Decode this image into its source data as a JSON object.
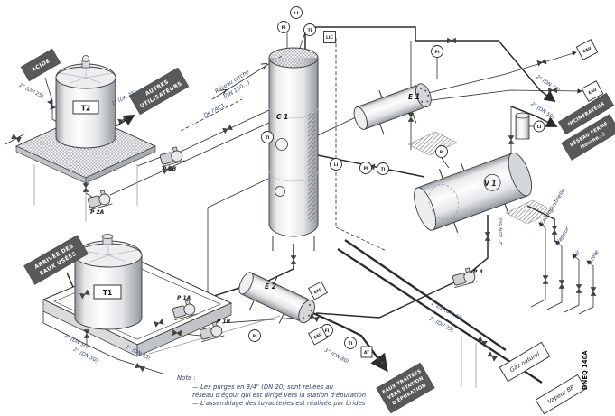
{
  "page": {
    "bg": "#ffffff",
    "ink": "#2b2b2b",
    "flag_bg": "#58595b",
    "flag_fg": "#ffffff",
    "small_label_color": "#31406b"
  },
  "flags": {
    "acide": {
      "lines": [
        "ACIDE"
      ]
    },
    "autres": {
      "lines": [
        "AUTRES",
        "UTILISATEURS"
      ]
    },
    "arrivee": {
      "lines": [
        "ARRIVÉE DES",
        "EAUX USÉES"
      ]
    },
    "incinerateur": {
      "lines": [
        "INCINÉRATEUR"
      ]
    },
    "reseau_ferme": {
      "lines": [
        "RÉSEAU FERMÉ",
        "(torche…)"
      ]
    },
    "eaux_traitees": {
      "lines": [
        "EAUX TRAITÉES",
        "VERS STATION",
        "D'ÉPURATION"
      ]
    }
  },
  "tags": {
    "t1": "T1",
    "t2": "T2",
    "c1": "C 1",
    "e1": "E 1",
    "e2": "E 2",
    "v1": "V 1",
    "p1a": "P 1A",
    "p1b": "P 1B",
    "p2a": "P 2A",
    "p2b": "P 2B",
    "p3": "P 3"
  },
  "white_flags": {
    "eau_a": "EAU",
    "eau_b": "EAU",
    "eau_c": "EAU",
    "eau_d": "EAU",
    "gaz": "Gaz naturel",
    "vapeur_bp": "Vapeur BP"
  },
  "utilities": [
    {
      "label": "Eau industrielle"
    },
    {
      "label": "Vapeur"
    },
    {
      "label": "Air"
    },
    {
      "label": "Azote"
    }
  ],
  "pipe_labels": [
    {
      "text": "1\" (DN 25)"
    },
    {
      "text": "1\" (DN 25)"
    },
    {
      "text": "2\" (DN 50)"
    },
    {
      "text": "2\" (DN 50)"
    },
    {
      "text": "1\" (DN 25)"
    },
    {
      "text": "3\" (DN 80)"
    },
    {
      "text": "2\" (DN 50)"
    },
    {
      "text": "2\" (DN 50)"
    },
    {
      "text": "1\"1/2 (DN 40)"
    },
    {
      "text": "1\" (DN 25)"
    },
    {
      "text": "2\" (DN 50)"
    }
  ],
  "line_notes": {
    "torche_1": "Réseau torche",
    "torche_2": "(DN 150…)",
    "ac1": "De l'AC1"
  },
  "instruments": [
    {
      "tag": "LI"
    },
    {
      "tag": "PI"
    },
    {
      "tag": "TI"
    },
    {
      "tag": "LIC"
    },
    {
      "tag": "TI"
    },
    {
      "tag": "LI"
    },
    {
      "tag": "PI"
    },
    {
      "tag": "PI"
    },
    {
      "tag": "LI"
    },
    {
      "tag": "FI"
    },
    {
      "tag": "TI"
    },
    {
      "tag": "AT"
    },
    {
      "tag": "PI"
    },
    {
      "tag": "PI"
    },
    {
      "tag": "TI"
    }
  ],
  "note": {
    "title": "Note :",
    "lines": [
      "— Les purges en 3/4\" (DN 20) sont reliées au",
      "réseau d'égout qui est dirigé vers la station d'épuration",
      "— L'assemblage des tuyauteries est réalisée par brides"
    ]
  },
  "doc_ref": "DNEQ 140A"
}
